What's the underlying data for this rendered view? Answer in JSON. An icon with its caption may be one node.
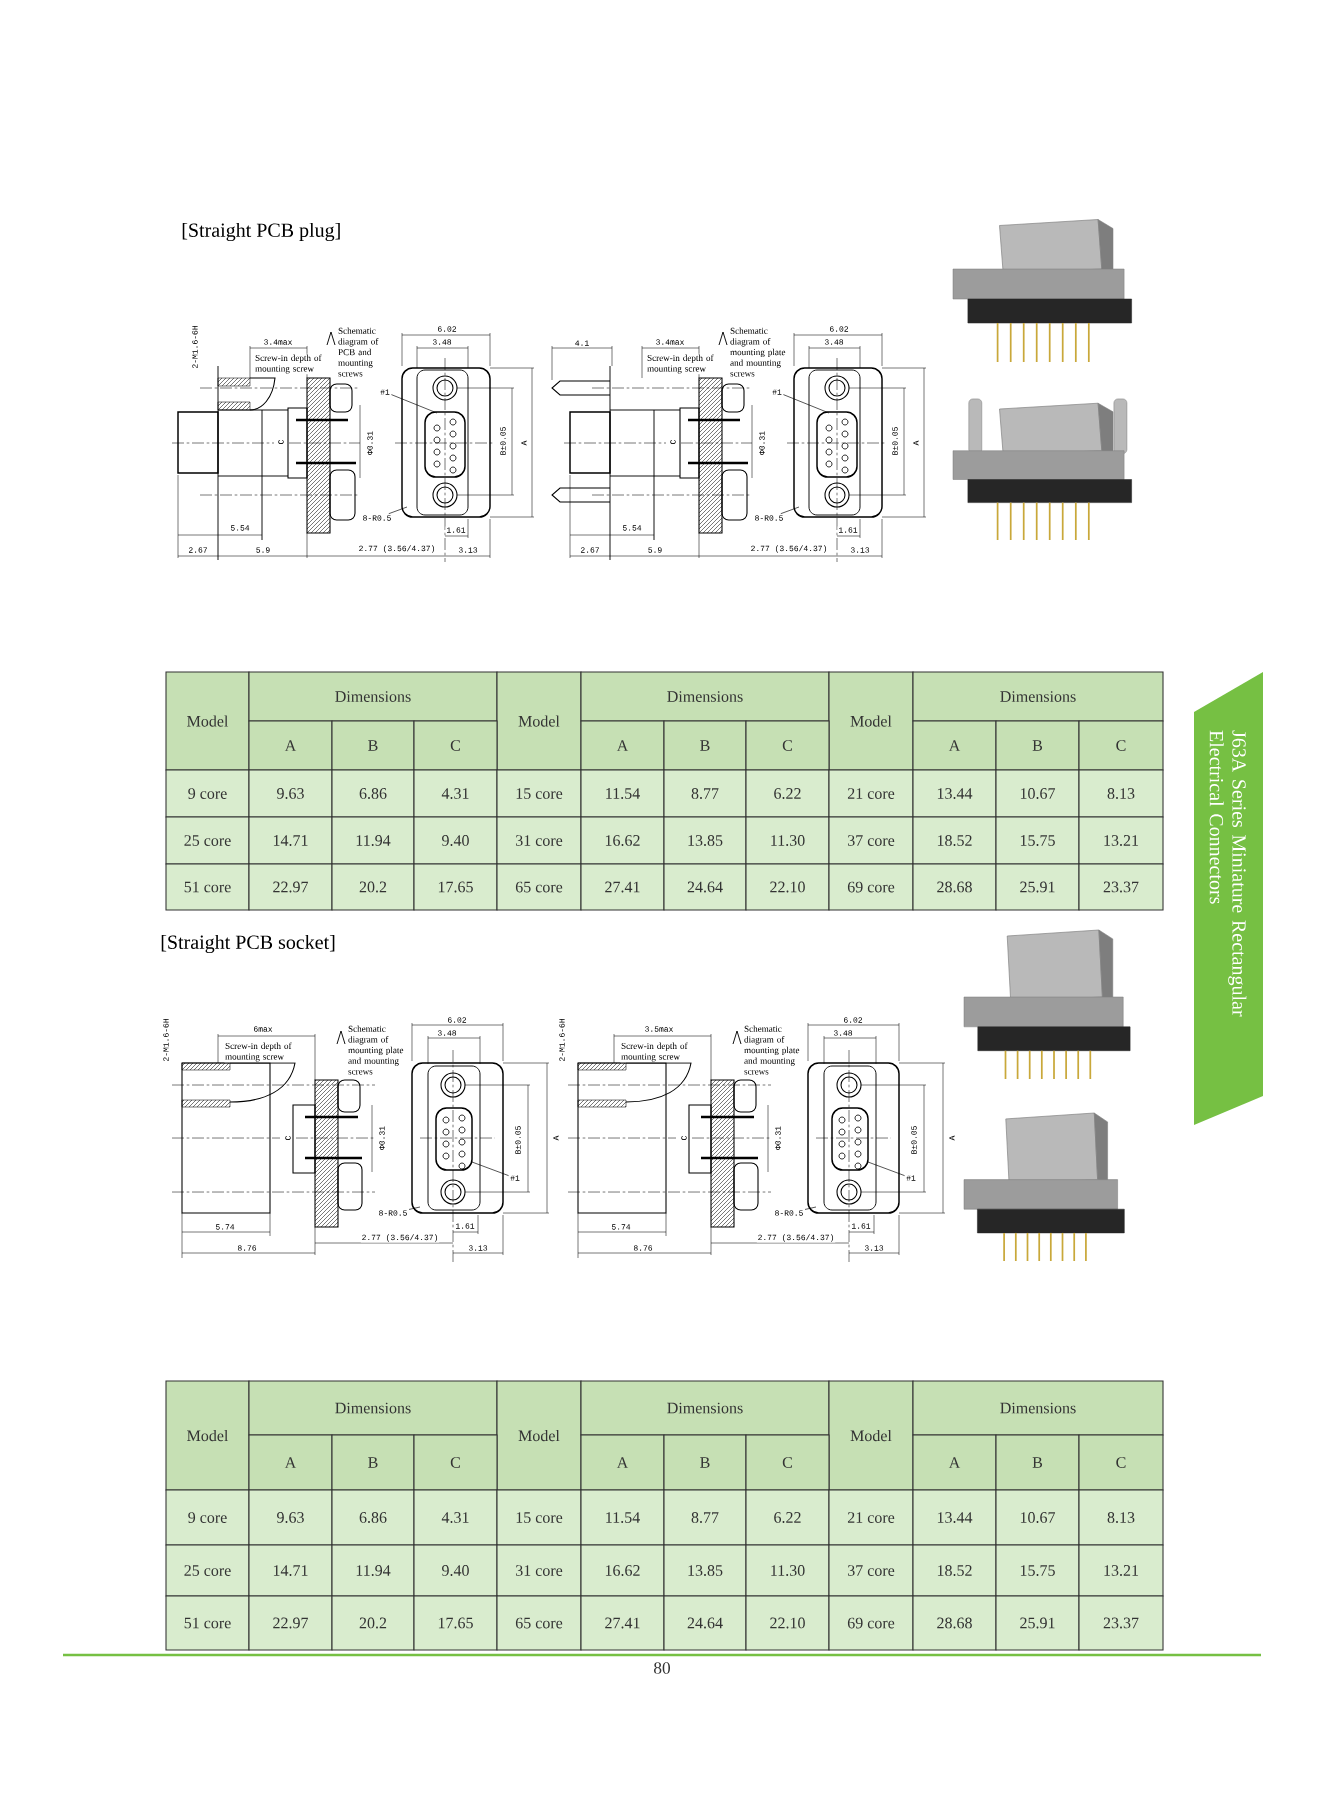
{
  "diagram": {
    "nodes": [
      {
        "text": [
          "#1"
        ]
      },
      {
        "text": [
          "8-R0.5"
        ]
      },
      {
        "text": [
          "#1"
        ]
      },
      {
        "text": [
          "8-R0.5"
        ]
      },
      {
        "text": [
          "J63A Series Miniature Rectangular Electrical Connectors"
        ]
      },
      {
        "text": [
          "#1"
        ]
      },
      {
        "text": [
          "8-R0.5"
        ]
      },
      {
        "text": [
          "#1"
        ]
      },
      {
        "text": [
          "8-R0.5"
        ]
      }
    ],
    "edges": [
      {
        "from": 0,
        "to": null,
        "arrow": "none"
      },
      {
        "from": 1,
        "to": null,
        "arrow": "none"
      },
      {
        "from": 2,
        "to": null,
        "arrow": "none"
      },
      {
        "from": 3,
        "to": null,
        "arrow": "none"
      },
      {
        "from": 5,
        "to": null,
        "arrow": "none"
      },
      {
        "from": 6,
        "to": null,
        "arrow": "none"
      },
      {
        "from": 7,
        "to": null,
        "arrow": "none"
      },
      {
        "from": 8,
        "to": null,
        "arrow": "none"
      }
    ],
    "labels": [
      "[Straight PCB plug]",
      "2-M1.6-6H",
      "3.4max",
      "Screw-in depth of mounting screw",
      "Schematic diagram of PCB and mounting screws",
      "6.02",
      "3.48",
      "C",
      "Φ0.31",
      "B±0.05",
      "A",
      "5.54",
      "1.61",
      "2.67",
      "5.9",
      "2.77 (3.56/4.37)",
      "3.13",
      "4.1",
      "3.4max",
      "Screw-in depth of mounting screw",
      "Schematic diagram of mounting plate and mounting screws",
      "6.02",
      "3.48",
      "C",
      "Φ0.31",
      "B±0.05",
      "A",
      "5.54",
      "1.61",
      "2.67",
      "5.9",
      "2.77 (3.56/4.37)",
      "3.13",
      "Model",
      "Dimensions",
      "Model",
      "Dimensions",
      "Model",
      "Dimensions",
      "A",
      "B",
      "C",
      "A",
      "B",
      "C",
      "A",
      "B",
      "C",
      "9 core",
      "9.63",
      "6.86",
      "4.31",
      "15 core",
      "11.54",
      "8.77",
      "6.22",
      "21 core",
      "13.44",
      "10.67",
      "8.13",
      "25 core",
      "14.71",
      "11.94",
      "9.40",
      "31 core",
      "16.62",
      "13.85",
      "11.30",
      "37 core",
      "18.52",
      "15.75",
      "13.21",
      "51 core",
      "22.97",
      "20.2",
      "17.65",
      "65 core",
      "27.41",
      "24.64",
      "22.10",
      "69 core",
      "28.68",
      "25.91",
      "23.37",
      "[Straight PCB socket]",
      "2-M1.6-6H",
      "6max",
      "Screw-in depth of mounting screw",
      "Schematic diagram of mounting plate and mounting screws",
      "6.02",
      "3.48",
      "C",
      "Φ0.31",
      "B±0.05",
      "A",
      "5.74",
      "1.61",
      "8.76",
      "2.77 (3.56/4.37)",
      "3.13",
      "2-M1.6-6H",
      "3.5max",
      "Screw-in depth of mounting screw",
      "Schematic diagram of mounting plate and mounting screws",
      "6.02",
      "3.48",
      "C",
      "Φ0.31",
      "B±0.05",
      "A",
      "5.74",
      "1.61",
      "8.76",
      "2.77 (3.56/4.37)",
      "3.13",
      "Model",
      "Dimensions",
      "Model",
      "Dimensions",
      "Model",
      "Dimensions",
      "A",
      "B",
      "C",
      "A",
      "B",
      "C",
      "A",
      "B",
      "C",
      "9 core",
      "9.63",
      "6.86",
      "4.31",
      "15 core",
      "11.54",
      "8.77",
      "6.22",
      "21 core",
      "13.44",
      "10.67",
      "8.13",
      "25 core",
      "14.71",
      "11.94",
      "9.40",
      "31 core",
      "16.62",
      "13.85",
      "11.30",
      "37 core",
      "18.52",
      "15.75",
      "13.21",
      "51 core",
      "22.97",
      "20.2",
      "17.65",
      "65 core",
      "27.41",
      "24.64",
      "22.10",
      "69 core",
      "28.68",
      "25.91",
      "23.37",
      "80"
    ]
  }
}
